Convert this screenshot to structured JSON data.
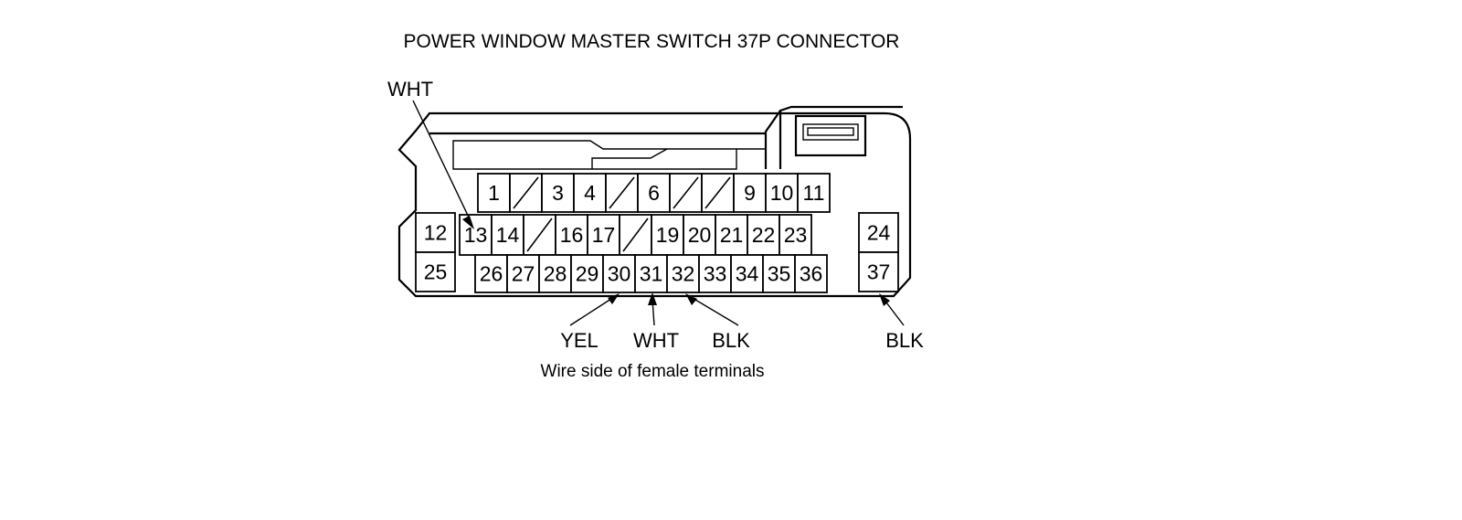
{
  "title": "POWER WINDOW MASTER SWITCH 37P CONNECTOR",
  "caption": "Wire side of female terminals",
  "connector": {
    "type": "37P",
    "name": "Power Window Master Switch",
    "rows": {
      "top": [
        {
          "pin": "1",
          "blank": false
        },
        {
          "pin": "",
          "blank": true
        },
        {
          "pin": "3",
          "blank": false
        },
        {
          "pin": "4",
          "blank": false
        },
        {
          "pin": "",
          "blank": true
        },
        {
          "pin": "6",
          "blank": false
        },
        {
          "pin": "",
          "blank": true
        },
        {
          "pin": "",
          "blank": true
        },
        {
          "pin": "9",
          "blank": false
        },
        {
          "pin": "10",
          "blank": false
        },
        {
          "pin": "11",
          "blank": false
        }
      ],
      "middle": [
        {
          "pin": "13",
          "blank": false
        },
        {
          "pin": "14",
          "blank": false
        },
        {
          "pin": "",
          "blank": true
        },
        {
          "pin": "16",
          "blank": false
        },
        {
          "pin": "17",
          "blank": false
        },
        {
          "pin": "",
          "blank": true
        },
        {
          "pin": "19",
          "blank": false
        },
        {
          "pin": "20",
          "blank": false
        },
        {
          "pin": "21",
          "blank": false
        },
        {
          "pin": "22",
          "blank": false
        },
        {
          "pin": "23",
          "blank": false
        }
      ],
      "bottom": [
        {
          "pin": "26",
          "blank": false
        },
        {
          "pin": "27",
          "blank": false
        },
        {
          "pin": "28",
          "blank": false
        },
        {
          "pin": "29",
          "blank": false
        },
        {
          "pin": "30",
          "blank": false
        },
        {
          "pin": "31",
          "blank": false
        },
        {
          "pin": "32",
          "blank": false
        },
        {
          "pin": "33",
          "blank": false
        },
        {
          "pin": "34",
          "blank": false
        },
        {
          "pin": "35",
          "blank": false
        },
        {
          "pin": "36",
          "blank": false
        }
      ],
      "left_column": [
        {
          "pin": "12"
        },
        {
          "pin": "25"
        }
      ],
      "right_column": [
        {
          "pin": "24"
        },
        {
          "pin": "37"
        }
      ]
    },
    "wire_labels": [
      {
        "label": "WHT",
        "target_pin": "13",
        "position": "top-left"
      },
      {
        "label": "YEL",
        "target_pin": "30",
        "position": "bottom"
      },
      {
        "label": "WHT",
        "target_pin": "31",
        "position": "bottom"
      },
      {
        "label": "BLK",
        "target_pin": "32",
        "position": "bottom"
      },
      {
        "label": "BLK",
        "target_pin": "37",
        "position": "bottom-right"
      }
    ]
  },
  "colors": {
    "line": "#000000",
    "background": "#ffffff"
  }
}
